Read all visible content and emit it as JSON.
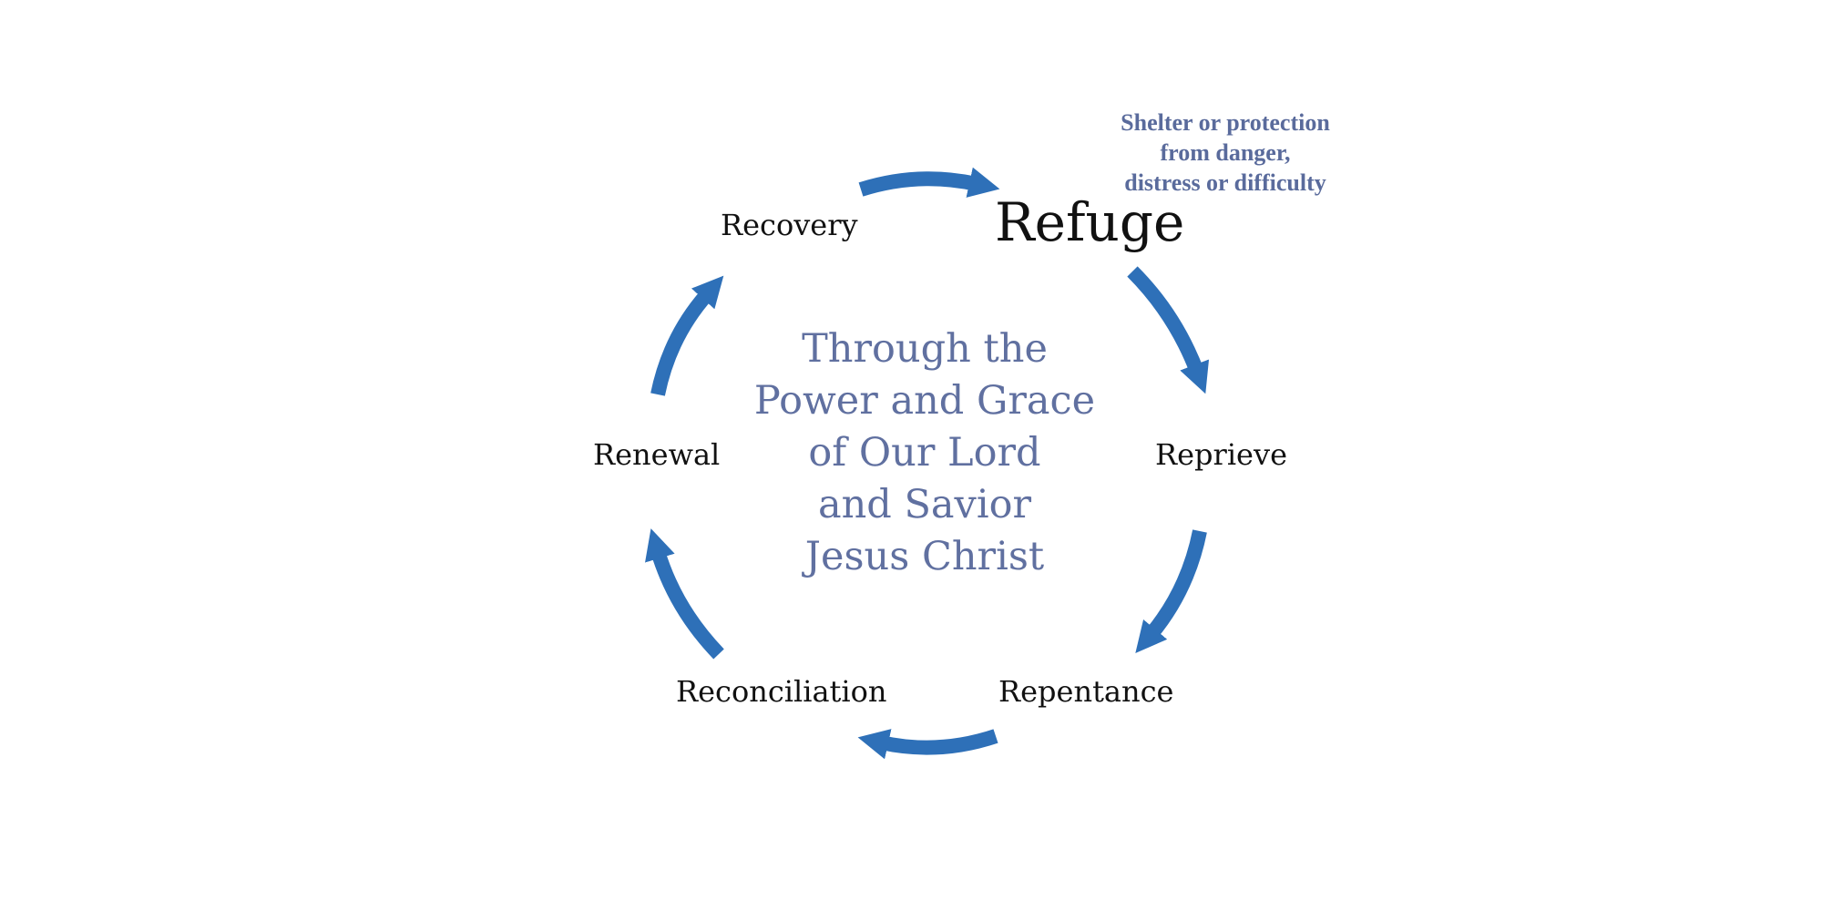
{
  "colors": {
    "arrow": "#2e70b8",
    "center_text": "#6070a0",
    "definition_text": "#5a6b9c",
    "node_text": "#111111"
  },
  "cycle": {
    "nodes": [
      {
        "id": "refuge",
        "label": "Refuge",
        "emphasis": true
      },
      {
        "id": "reprieve",
        "label": "Reprieve"
      },
      {
        "id": "repentance",
        "label": "Repentance"
      },
      {
        "id": "reconciliation",
        "label": "Reconciliation"
      },
      {
        "id": "renewal",
        "label": "Renewal"
      },
      {
        "id": "recovery",
        "label": "Recovery"
      }
    ],
    "edges": [
      {
        "from": "recovery",
        "to": "refuge"
      },
      {
        "from": "refuge",
        "to": "reprieve"
      },
      {
        "from": "reprieve",
        "to": "repentance"
      },
      {
        "from": "repentance",
        "to": "reconciliation"
      },
      {
        "from": "reconciliation",
        "to": "renewal"
      },
      {
        "from": "renewal",
        "to": "recovery"
      }
    ]
  },
  "center": {
    "lines": [
      "Through the",
      "Power and Grace",
      "of Our Lord",
      "and Savior",
      "Jesus Christ"
    ]
  },
  "definition": {
    "lines": [
      "Shelter or protection",
      "from danger,",
      "distress or difficulty"
    ]
  }
}
